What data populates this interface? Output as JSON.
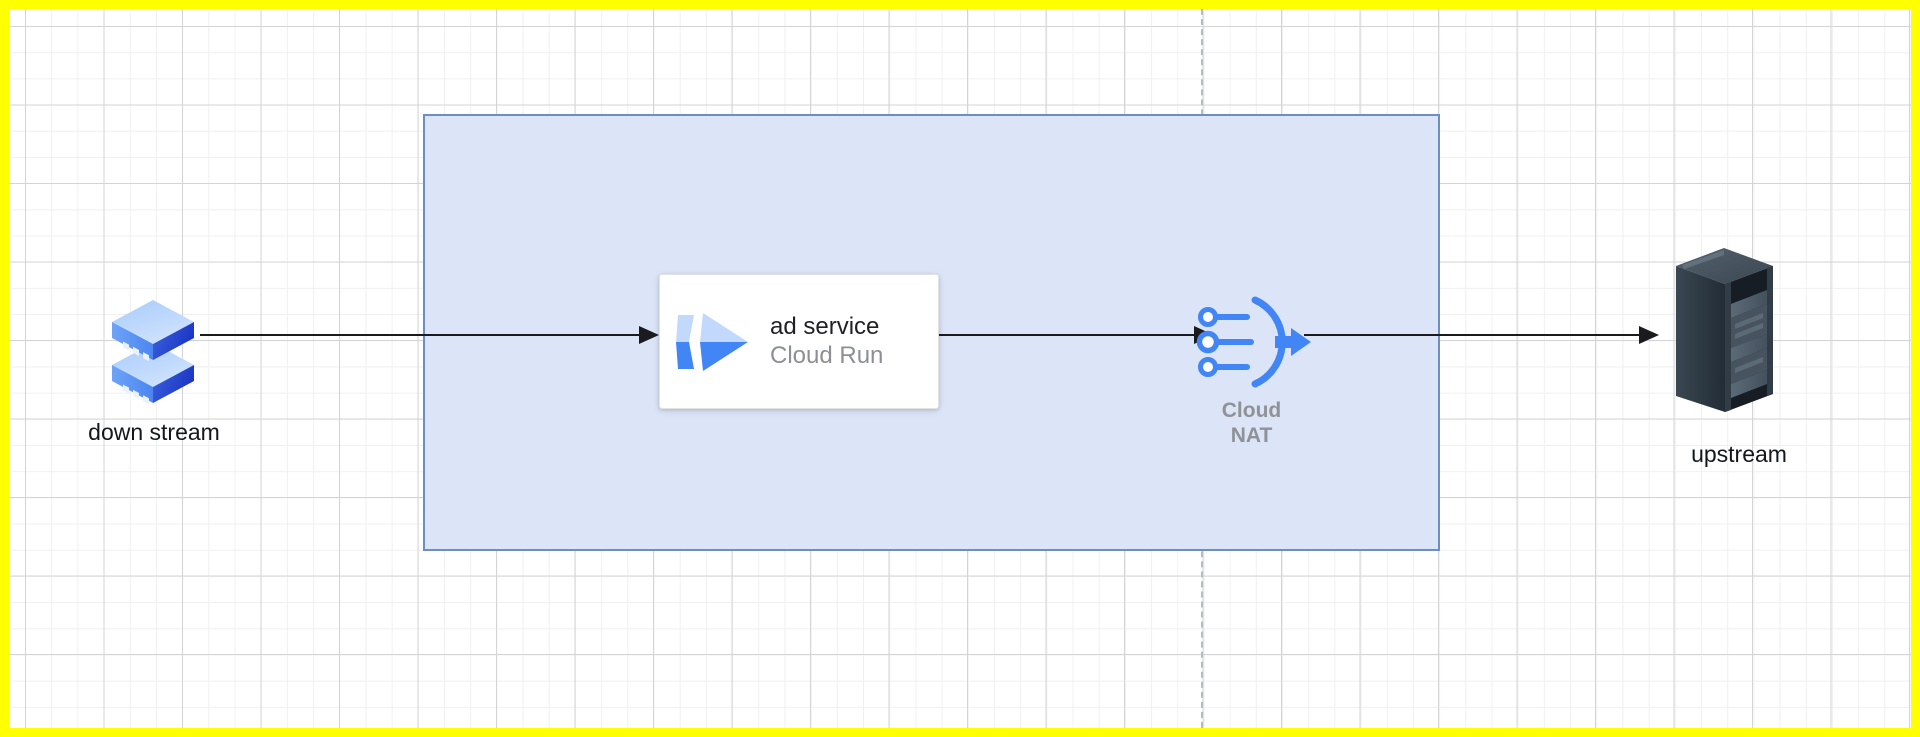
{
  "canvas": {
    "frame_color": "#ffff00",
    "background_color": "#ffffff",
    "grid_minor_color": "#f0f0f0",
    "grid_major_color": "#d4d4d4"
  },
  "region": {
    "name": "vpc-boundary",
    "fill_color": "#dbe5f7",
    "border_color": "#6c8ec4"
  },
  "guide": {
    "color": "#b6bbc2",
    "style": "dashed"
  },
  "nodes": {
    "downstream": {
      "label": "down stream",
      "icon": "server-stack-icon",
      "icon_colors": [
        "#aacdfb",
        "#4285f4",
        "#1b3fd6",
        "#3b6fe0"
      ]
    },
    "cloud_run": {
      "title": "ad service",
      "subtitle": "Cloud Run",
      "icon": "cloud-run-icon",
      "icon_colors": [
        "#c3d9fb",
        "#4285f4"
      ],
      "card_background": "#ffffff",
      "title_color": "#1f2024",
      "subtitle_color": "#8c8f94"
    },
    "cloud_nat": {
      "label": "Cloud\nNAT",
      "label_line1": "Cloud",
      "label_line2": "NAT",
      "icon": "cloud-nat-icon",
      "icon_color": "#4285f4",
      "label_color": "#8f9296"
    },
    "upstream": {
      "label": "upstream",
      "icon": "server-rack-icon",
      "icon_colors": [
        "#2c3742",
        "#4a5764",
        "#1a222b"
      ]
    }
  },
  "arrows": [
    {
      "name": "downstream-to-cloud-run",
      "color": "#1b1b1f"
    },
    {
      "name": "cloud-run-to-cloud-nat",
      "color": "#1b1b1f"
    },
    {
      "name": "cloud-nat-to-upstream",
      "color": "#1b1b1f"
    }
  ]
}
